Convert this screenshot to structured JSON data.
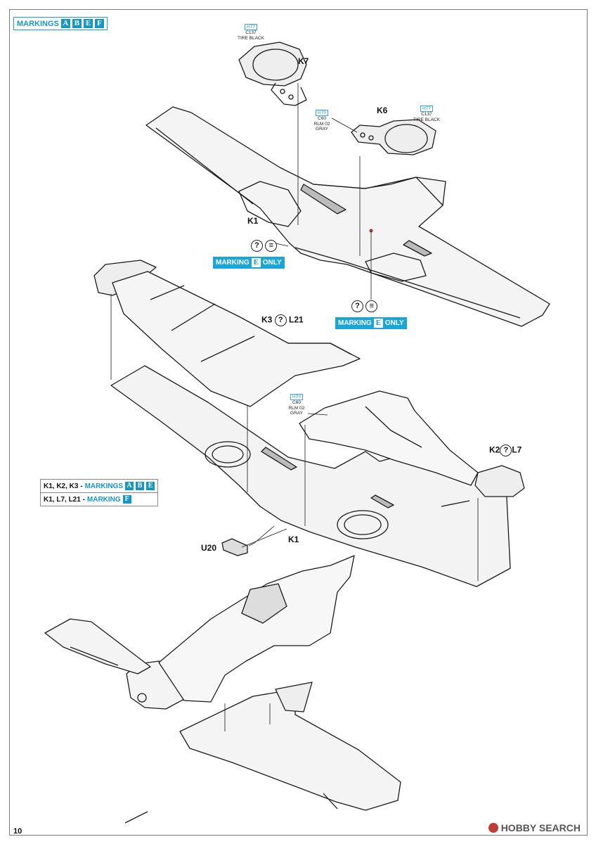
{
  "header": {
    "prefix": "MARKINGS",
    "letters": [
      "A",
      "B",
      "E",
      "F"
    ]
  },
  "paint": {
    "k7": {
      "code": "H77",
      "code2": "C137",
      "name": "TIRE BLACK"
    },
    "k6": {
      "code": "H77",
      "code2": "C137",
      "name": "TIRE BLACK"
    },
    "bay": {
      "code": "H70",
      "code2": "C60",
      "name1": "RLM 02",
      "name2": "GRAY"
    },
    "wing": {
      "code": "H70",
      "code2": "C60",
      "name1": "RLM 02",
      "name2": "GRAY"
    }
  },
  "labels": {
    "k7": "K7",
    "k6": "K6",
    "k1_top": "K1",
    "k1_bottom": "K1",
    "k3": "K3",
    "l21": "L21",
    "k2": "K2",
    "l7": "L7",
    "u20": "U20",
    "opt": "?"
  },
  "marking_e_1": {
    "pre": "MARKING",
    "letter": "E",
    "post": "ONLY"
  },
  "marking_e_2": {
    "pre": "MARKING",
    "letter": "E",
    "post": "ONLY"
  },
  "legend": {
    "row1": {
      "parts": "K1, K2, K3 -",
      "word": "MARKINGS",
      "letters": [
        "A",
        "B",
        "E"
      ]
    },
    "row2": {
      "parts": "K1, L7, L21 -",
      "word": "MARKING",
      "letters": [
        "F"
      ]
    }
  },
  "page_number": "10",
  "watermark": "HOBBY SEARCH"
}
